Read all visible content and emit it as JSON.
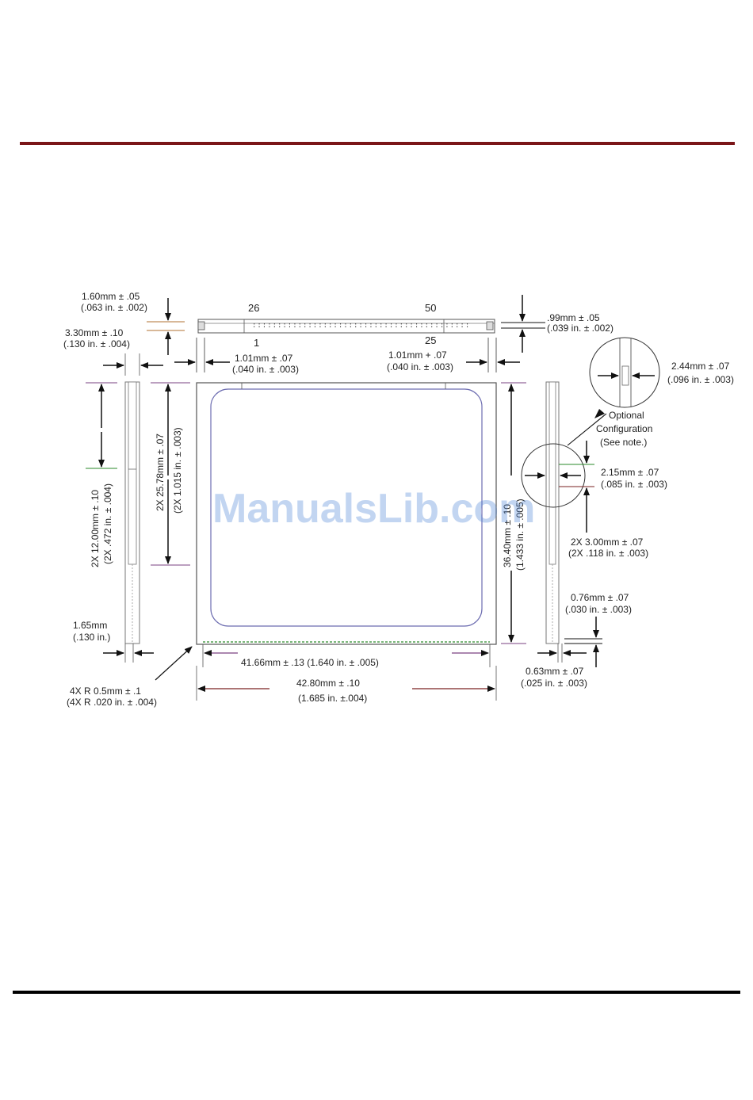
{
  "watermark": "ManualsLib.com",
  "pins": {
    "p26": "26",
    "p50": "50",
    "p1": "1",
    "p25": "25"
  },
  "dims": {
    "d160_mm": "1.60mm ± .05",
    "d160_in": "(.063 in. ± .002)",
    "d330_mm": "3.30mm ± .10",
    "d330_in": "(.130 in. ± .004)",
    "d101a_mm": "1.01mm ± .07",
    "d101a_in": "(.040 in. ± .003)",
    "d101b_mm": "1.01mm + .07",
    "d101b_in": "(.040 in. ± .003)",
    "d099_mm": ".99mm ± .05",
    "d099_in": "(.039 in. ± .002)",
    "d244_mm": "2.44mm ± .07",
    "d244_in": "(.096 in. ± .003)",
    "optional_1": "Optional",
    "optional_2": "Configuration",
    "optional_3": "(See note.)",
    "d215_mm": "2.15mm ± .07",
    "d215_in": "(.085 in. ± .003)",
    "d300_mm": "2X 3.00mm ± .07",
    "d300_in": "(2X .118 in. ± .003)",
    "d076_mm": "0.76mm ± .07",
    "d076_in": "(.030 in. ± .003)",
    "d063_mm": "0.63mm ± .07",
    "d063_in": "(.025 in. ± .003)",
    "d1200_mm": "2X 12.00mm ± .10",
    "d1200_in": "(2X .472 in. ± .004)",
    "d2578_mm": "2X 25.78mm ± .07",
    "d2578_in": "(2X 1.015 in. ± .003)",
    "d3640_mm": "36.40mm ± .10",
    "d3640_in": "(1.433 in. ± .005)",
    "d165_mm": "1.65mm",
    "d165_in": "(.130 in.)",
    "d4166": "41.66mm ± .13 (1.640 in. ± .005)",
    "d4280_mm": "42.80mm ± .10",
    "d4280_in": "(1.685 in. ±.004)",
    "r05_mm": "4X R 0.5mm ± .1",
    "r05_in": "(4X R .020 in. ± .004)"
  }
}
